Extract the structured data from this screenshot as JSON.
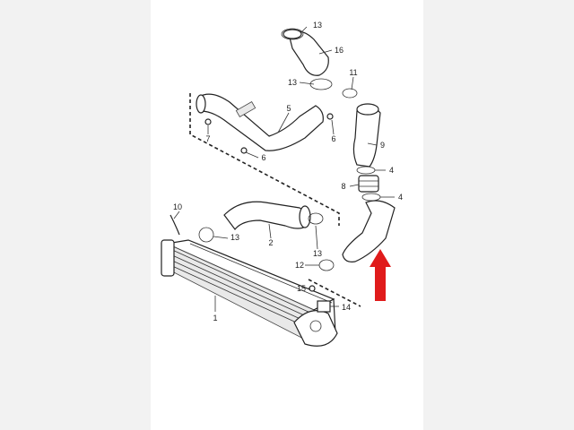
{
  "diagram": {
    "callouts": [
      "1",
      "2",
      "4",
      "4",
      "5",
      "6",
      "6",
      "7",
      "8",
      "9",
      "10",
      "11",
      "12",
      "13",
      "13",
      "13",
      "13",
      "14",
      "15",
      "16"
    ],
    "arrow_color": "#e01b1b"
  }
}
